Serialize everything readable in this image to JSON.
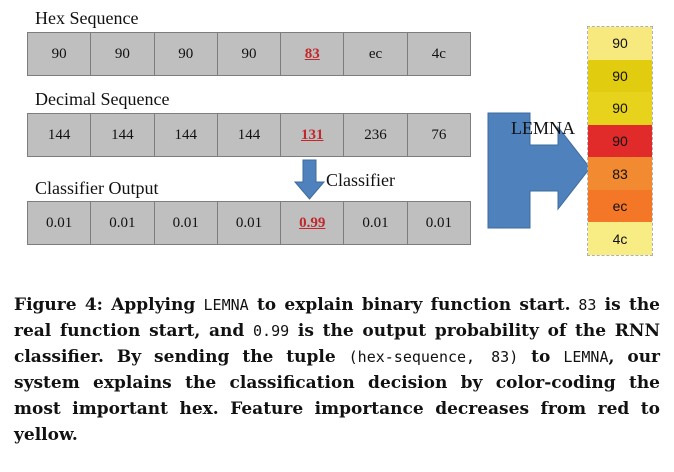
{
  "hex": {
    "label": "Hex Sequence",
    "cells": [
      "90",
      "90",
      "90",
      "90",
      "83",
      "ec",
      "4c"
    ],
    "highlight_index": 4
  },
  "decimal": {
    "label": "Decimal Sequence",
    "cells": [
      "144",
      "144",
      "144",
      "144",
      "131",
      "236",
      "76"
    ],
    "highlight_index": 4
  },
  "output": {
    "label": "Classifier Output",
    "cells": [
      "0.01",
      "0.01",
      "0.01",
      "0.01",
      "0.99",
      "0.01",
      "0.01"
    ],
    "highlight_index": 4
  },
  "arrow_labels": {
    "classifier": "Classifier",
    "lemna": "LEMNA"
  },
  "heatmap": [
    {
      "label": "90",
      "color": "#f7e97e"
    },
    {
      "label": "90",
      "color": "#e2cc10"
    },
    {
      "label": "90",
      "color": "#e7d31c"
    },
    {
      "label": "90",
      "color": "#e12a2a"
    },
    {
      "label": "83",
      "color": "#f18a31"
    },
    {
      "label": "ec",
      "color": "#f47728"
    },
    {
      "label": "4c",
      "color": "#f8ec84"
    }
  ],
  "colors": {
    "highlight_text": "#c0282c",
    "cell_bg": "#bfbfbf",
    "arrow_fill": "#4f81bd"
  },
  "caption": {
    "fig": "Figure 4:",
    "p1": " Applying ",
    "m1": "LEMNA",
    "p2": " to explain binary function start.",
    "m2": "83",
    "p3": " is the real function start, and ",
    "m3": "0.99",
    "p4": " is the output probability of the RNN classifier. By sending the tuple ",
    "m4": "(hex-sequence, 83)",
    "p5": " to ",
    "m5": "LEMNA",
    "p6": ", our system explains the classification decision by color-coding the most important hex. Feature importance decreases from red to yellow."
  }
}
